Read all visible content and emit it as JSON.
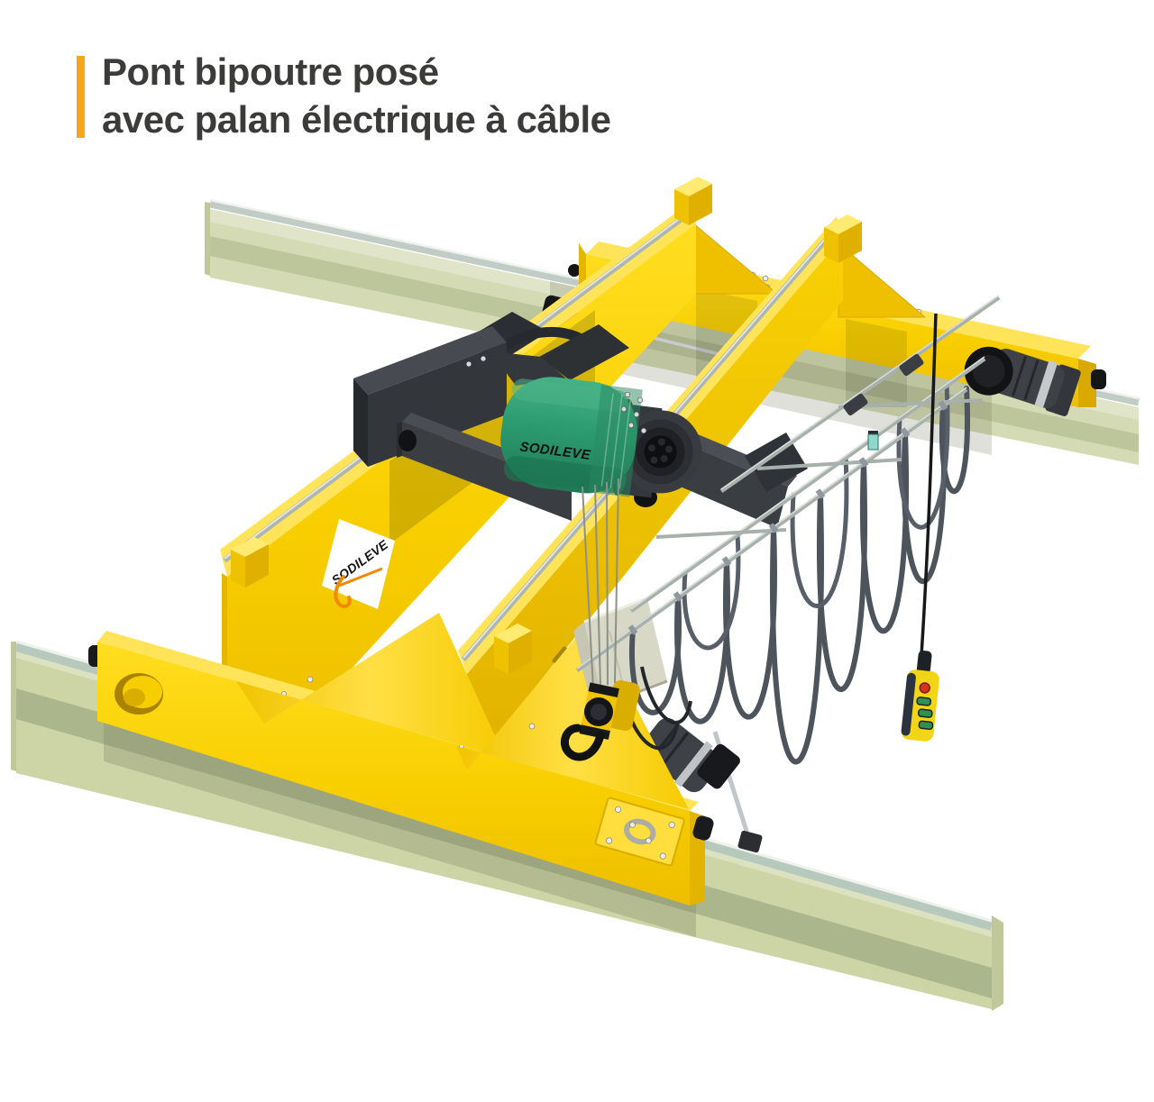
{
  "title": {
    "line1": "Pont bipoutre posé",
    "line2": "avec palan électrique à câble",
    "accent_color": "#F9A51B",
    "text_color": "#3B3B3A"
  },
  "illustration": {
    "branding": {
      "girder_logo": "SODILEVE",
      "hoist_logo": "SODILEVE"
    },
    "colors": {
      "crane_yellow": "#F8CF00",
      "crane_yellow_light": "#FFE45A",
      "crane_yellow_shadow": "#DCAF00",
      "hoist_green": "#2D9B70",
      "hoist_green_dark": "#1F7A55",
      "runway_green": "#CDD5A7",
      "runway_green_light": "#DFE4C8",
      "runway_olive_band": "#A9B38A",
      "rail_gray": "#B9C4BE",
      "steel_dark": "#3A3D42",
      "steel_black": "#17181A",
      "festoon_cable": "#4E545C",
      "pendant_yellow": "#F2D516",
      "pendant_red": "#D63020",
      "pendant_green": "#2F9050",
      "logo_orange": "#F08A00"
    }
  }
}
